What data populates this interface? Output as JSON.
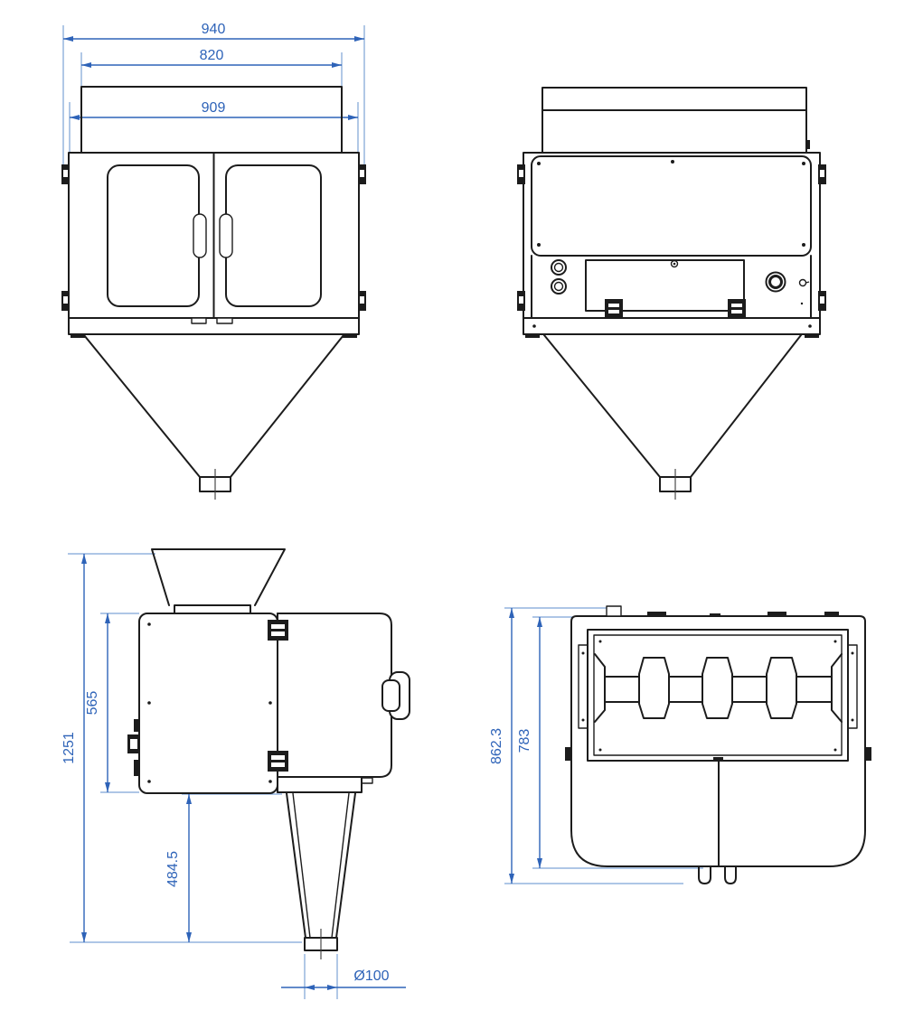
{
  "drawing": {
    "colors": {
      "background": "#ffffff",
      "line": "#1c1c1c",
      "dimension": "#2e63b8",
      "extension": "#7da3d6"
    },
    "front_view": {
      "dims": {
        "overall_width": "940",
        "hopper_width": "820",
        "body_width": "909"
      }
    },
    "rear_view": {
      "dims": {}
    },
    "side_view": {
      "dims": {
        "overall_height": "1251",
        "body_height": "565",
        "discharge_height": "484.5",
        "outlet_diameter": "Ø100"
      }
    },
    "top_view": {
      "dims": {
        "overall_depth": "862.3",
        "body_depth": "783"
      }
    }
  }
}
